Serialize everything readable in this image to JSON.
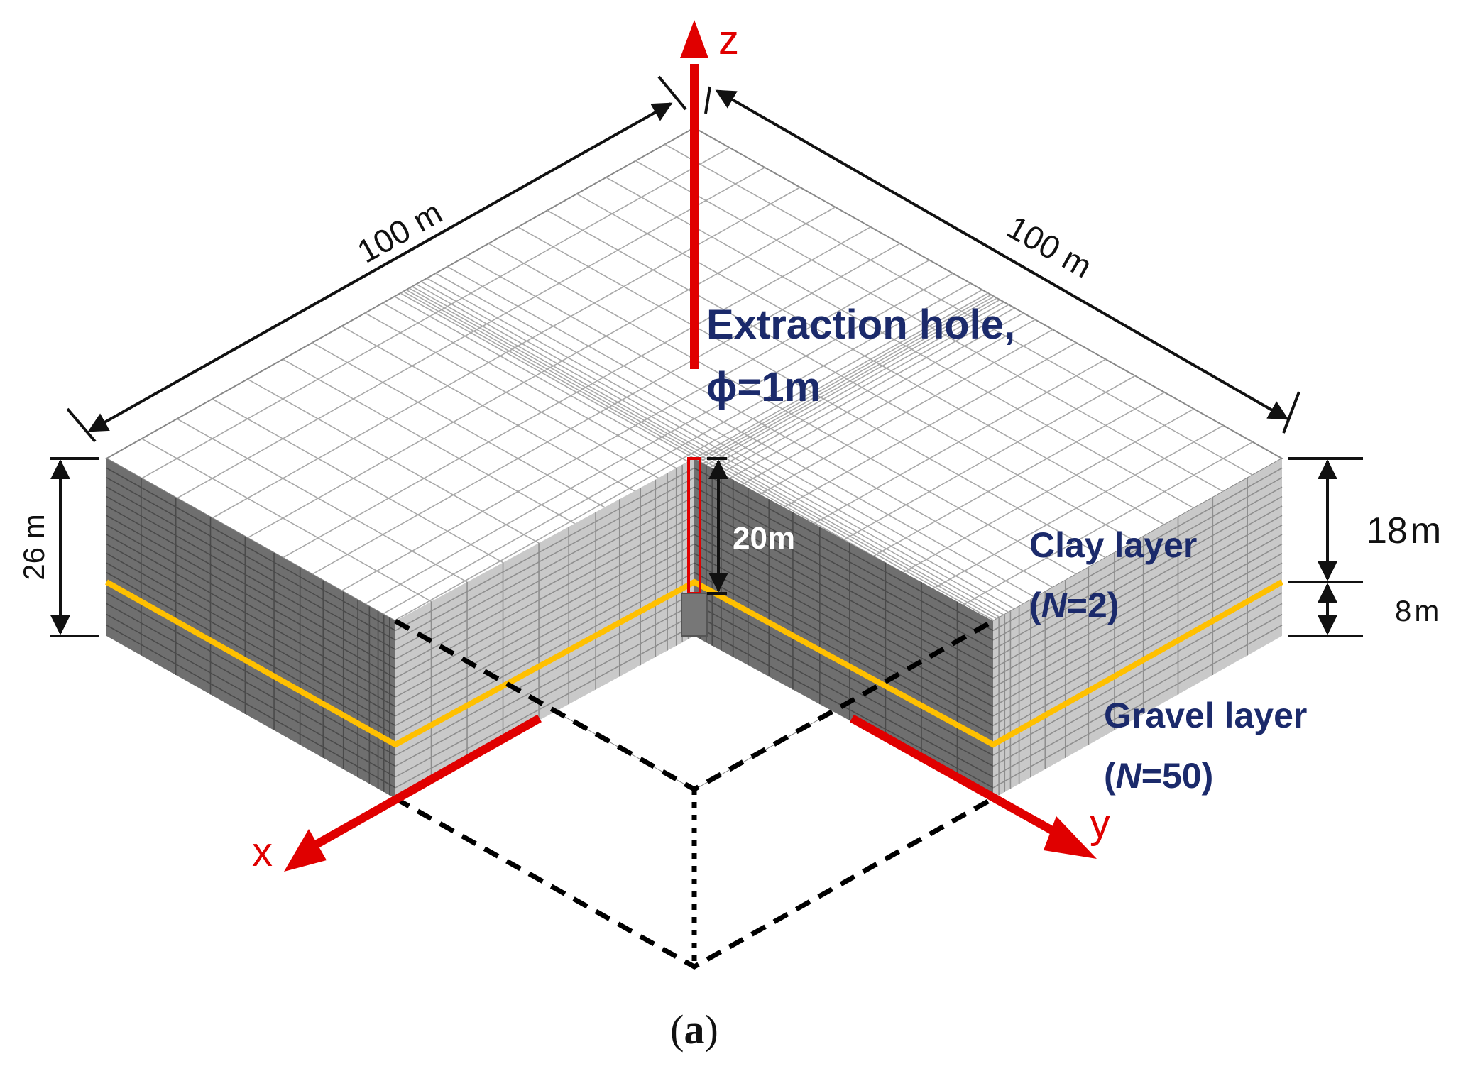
{
  "axes": {
    "x": "x",
    "y": "y",
    "z": "z"
  },
  "dimensions": {
    "length_left": "100 m",
    "length_right": "100 m",
    "total_depth": "26 m",
    "clay_thickness": "18",
    "gravel_thickness": "8",
    "unit": "m",
    "hole_depth": "20m"
  },
  "labels": {
    "hole_line1": "Extraction hole,",
    "hole_line2": "ϕ=1m",
    "clay_name": "Clay layer",
    "clay_n_open": "(",
    "clay_n_sym": "N",
    "clay_n_rest": "=2)",
    "gravel_name": "Gravel layer",
    "gravel_n_open": "(",
    "gravel_n_sym": "N",
    "gravel_n_rest": "=50)"
  },
  "caption": {
    "open": "(",
    "letter": "a",
    "close": ")"
  },
  "colors": {
    "top_face": "#ffffff",
    "front_face": "#707070",
    "side_face": "#c8c8c8",
    "axis": "#e00000",
    "interface": "#ffc000",
    "label": "#1b2a6b"
  }
}
